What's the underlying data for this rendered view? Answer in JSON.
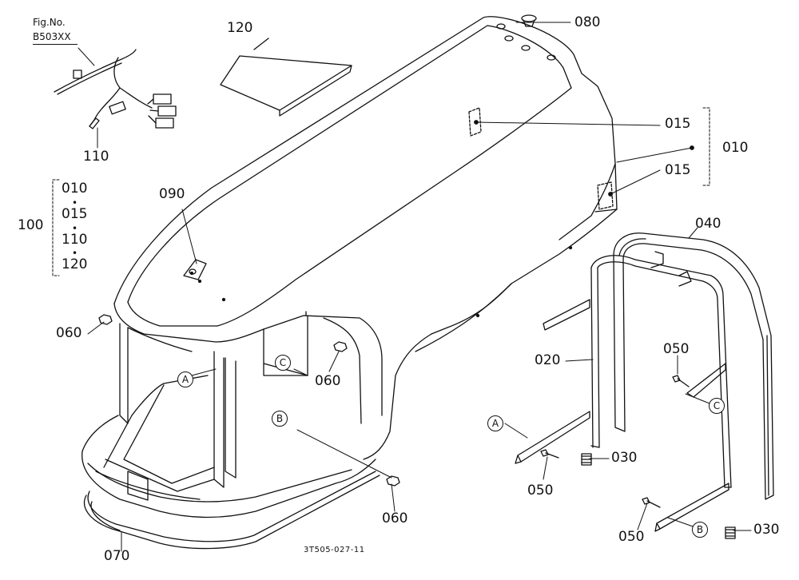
{
  "figure": {
    "fig_label": "Fig.No.",
    "fig_number": "B503XX",
    "reference_code": "3T505-027-11"
  },
  "parts": {
    "p010": "010",
    "p015a": "015",
    "p015b": "015",
    "p020": "020",
    "p030a": "030",
    "p030b": "030",
    "p040": "040",
    "p050a": "050",
    "p050b": "050",
    "p050c": "050",
    "p060a": "060",
    "p060b": "060",
    "p060c": "060",
    "p070": "070",
    "p080": "080",
    "p090": "090",
    "p100": "100",
    "p110": "110",
    "p120": "120"
  },
  "kit_list": {
    "items": [
      "010",
      "015",
      "110",
      "120"
    ],
    "separator": "•"
  },
  "markers": {
    "a1": "A",
    "a2": "A",
    "b1": "B",
    "b2": "B",
    "c1": "C",
    "c2": "C"
  },
  "colors": {
    "line": "#111111",
    "background": "#ffffff"
  }
}
